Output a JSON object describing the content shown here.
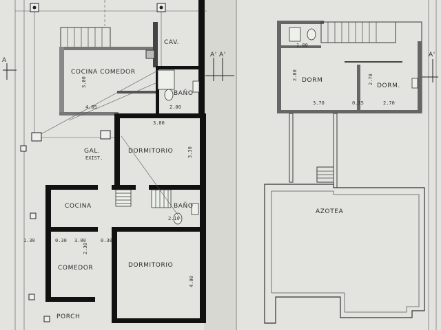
{
  "rooms": {
    "cocina_comedor": "COCINA COMEDOR",
    "cav": "CAV.",
    "bano_upper": "BAÑO",
    "dormitorio_1": "DORMITORIO",
    "gal": "GAL.",
    "gal_exist": "EXIST.",
    "cocina": "COCINA",
    "bano_lower": "BAÑO",
    "comedor": "COMEDOR",
    "dormitorio_2": "DORMITORIO",
    "porch": "PORCH",
    "dorm_1": "DORM",
    "dorm_2": "DORM.",
    "azotea": "AZOTEA"
  },
  "section_marks": {
    "left": "A",
    "mid_a": "A'",
    "mid_b": "A'",
    "right": "A'"
  },
  "dimensions": {
    "d_4_85": "4.85",
    "d_2_00": "2.00",
    "d_3_80": "3.80",
    "d_3_00": "3.00",
    "d_3_30": "3.30",
    "d_1_30": "1.30",
    "d_0_30a": "0.30",
    "d_3_00b": "3.00",
    "d_0_30b": "0.30",
    "d_2_30": "2.30",
    "d_4_00": "4.00",
    "d_2_10": "2.10",
    "d_1_80": "1.80",
    "d_2_80": "2.80",
    "d_3_70": "3.70",
    "d_0_15": "0.15",
    "d_2_70": "2.70",
    "d_2_78": "2.78"
  }
}
